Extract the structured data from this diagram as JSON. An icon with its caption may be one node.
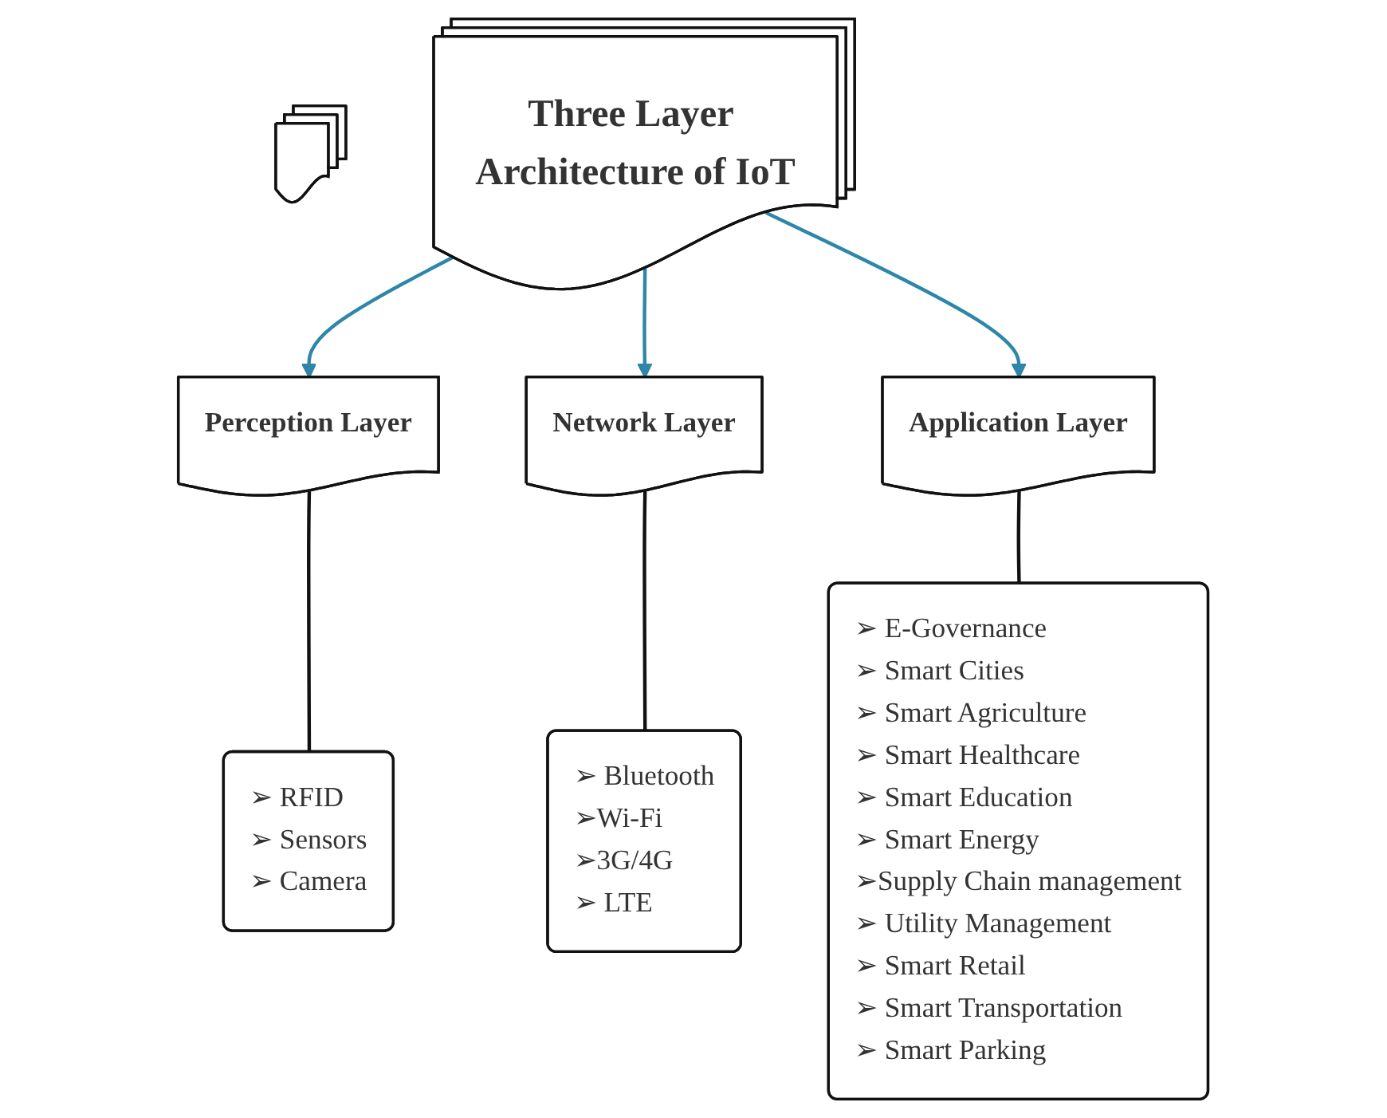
{
  "diagram": {
    "nodes": [
      {
        "text": [],
        "shape": "document"
      },
      {
        "text": [
          "Three Layer Architecture of IoT"
        ]
      },
      {
        "text": [
          "Perception Layer"
        ]
      },
      {
        "text": [
          "Network Layer"
        ]
      },
      {
        "text": [
          "Application Layer"
        ]
      },
      {
        "text": [
          "➢ RFID",
          "➢ Sensors",
          "➢ Camera"
        ]
      },
      {
        "text": [
          "➢ Bluetooth",
          "➢Wi-Fi",
          "➢3G/4G",
          "➢ LTE"
        ]
      },
      {
        "text": [
          "➢ E-Governance",
          "➢ Smart Cities",
          "➢ Smart Agriculture",
          "➢ Smart Healthcare",
          "➢ Smart Education",
          "➢ Smart Energy",
          "➢Supply Chain management",
          "➢ Utility Management",
          "➢ Smart Retail",
          "➢ Smart Transportation",
          "➢ Smart Parking"
        ]
      }
    ],
    "edges": [
      {
        "from": 1,
        "to": 2,
        "arrow": "to",
        "color": "#2e86a8"
      },
      {
        "from": 1,
        "to": 3,
        "arrow": "to",
        "color": "#2e86a8"
      },
      {
        "from": 1,
        "to": 4,
        "arrow": "to",
        "color": "#2e86a8"
      },
      {
        "from": 2,
        "to": 5,
        "arrow": "none",
        "color": "#111111"
      },
      {
        "from": 3,
        "to": 6,
        "arrow": "none",
        "color": "#111111"
      },
      {
        "from": 4,
        "to": 7,
        "arrow": "none",
        "color": "#111111"
      }
    ]
  }
}
